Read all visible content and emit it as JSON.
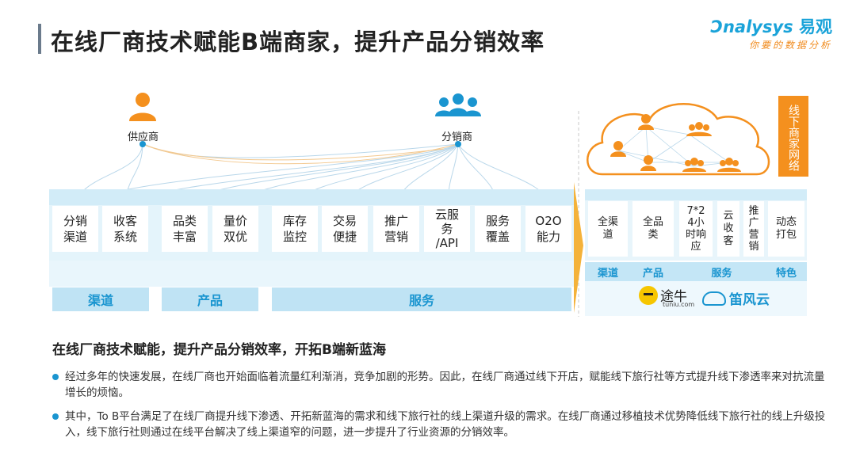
{
  "header": {
    "title": "在线厂商技术赋能B端商家，提升产品分销效率",
    "logo_latin": "nalysys",
    "logo_cn": "易观",
    "logo_tagline": "你要的数据分析"
  },
  "diagram": {
    "supplier_label": "供应商",
    "distributor_label": "分销商",
    "cards": [
      "分销\n渠道",
      "收客\n系统",
      "品类\n丰富",
      "量价\n双优",
      "库存\n监控",
      "交易\n便捷",
      "推广\n营销",
      "云服\n务\n/API",
      "服务\n覆盖",
      "O2O\n能力"
    ],
    "categories": [
      "渠道",
      "产品",
      "服务"
    ],
    "offline_network_label": "线下商家网络",
    "right_cards": [
      "全渠\n道",
      "全品\n类",
      "7*2\n4小\n时响\n应",
      "云\n收\n客",
      "推\n广\n营\n销",
      "动态\n打包"
    ],
    "right_labels": [
      "渠道",
      "产品",
      "服务",
      "特色"
    ],
    "brands": {
      "tuniu_cn": "途牛",
      "tuniu_domain": "tuniu.com",
      "miaofeng": "笛风云"
    },
    "colors": {
      "accent": "#1a95d0",
      "orange": "#f4901e",
      "light_blue": "#e4f4fb"
    }
  },
  "body": {
    "subtitle": "在线厂商技术赋能，提升产品分销效率，开拓B端新蓝海",
    "bullets": [
      "经过多年的快速发展，在线厂商也开始面临着流量红利渐消，竞争加剧的形势。因此，在线厂商通过线下开店，赋能线下旅行社等方式提升线下渗透率来对抗流量增长的烦恼。",
      "其中，To B平台满足了在线厂商提升线下渗透、开拓新蓝海的需求和线下旅行社的线上渠道升级的需求。在线厂商通过移植技术优势降低线下旅行社的线上升级投入，线下旅行社则通过在线平台解决了线上渠道窄的问题，进一步提升了行业资源的分销效率。"
    ]
  }
}
